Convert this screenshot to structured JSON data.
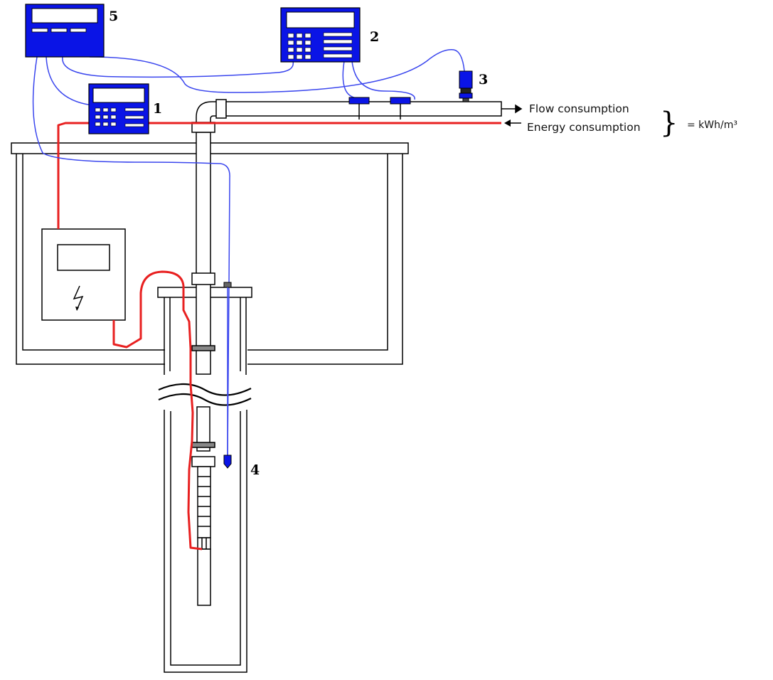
{
  "labels": {
    "meter_1": "1",
    "meter_2": "2",
    "sensor_3": "3",
    "sensor_4": "4",
    "meter_5": "5",
    "flow": "Flow consumption",
    "energy": "Energy consumption",
    "brace": "}",
    "ratio": "= kWh/m³"
  },
  "colors": {
    "device_fill": "#0a14e6",
    "signal_cable": "#3a46ee",
    "power_cable": "#e82020",
    "outline": "#000000"
  },
  "icons": {
    "lightning": "lightning-bolt-icon"
  }
}
